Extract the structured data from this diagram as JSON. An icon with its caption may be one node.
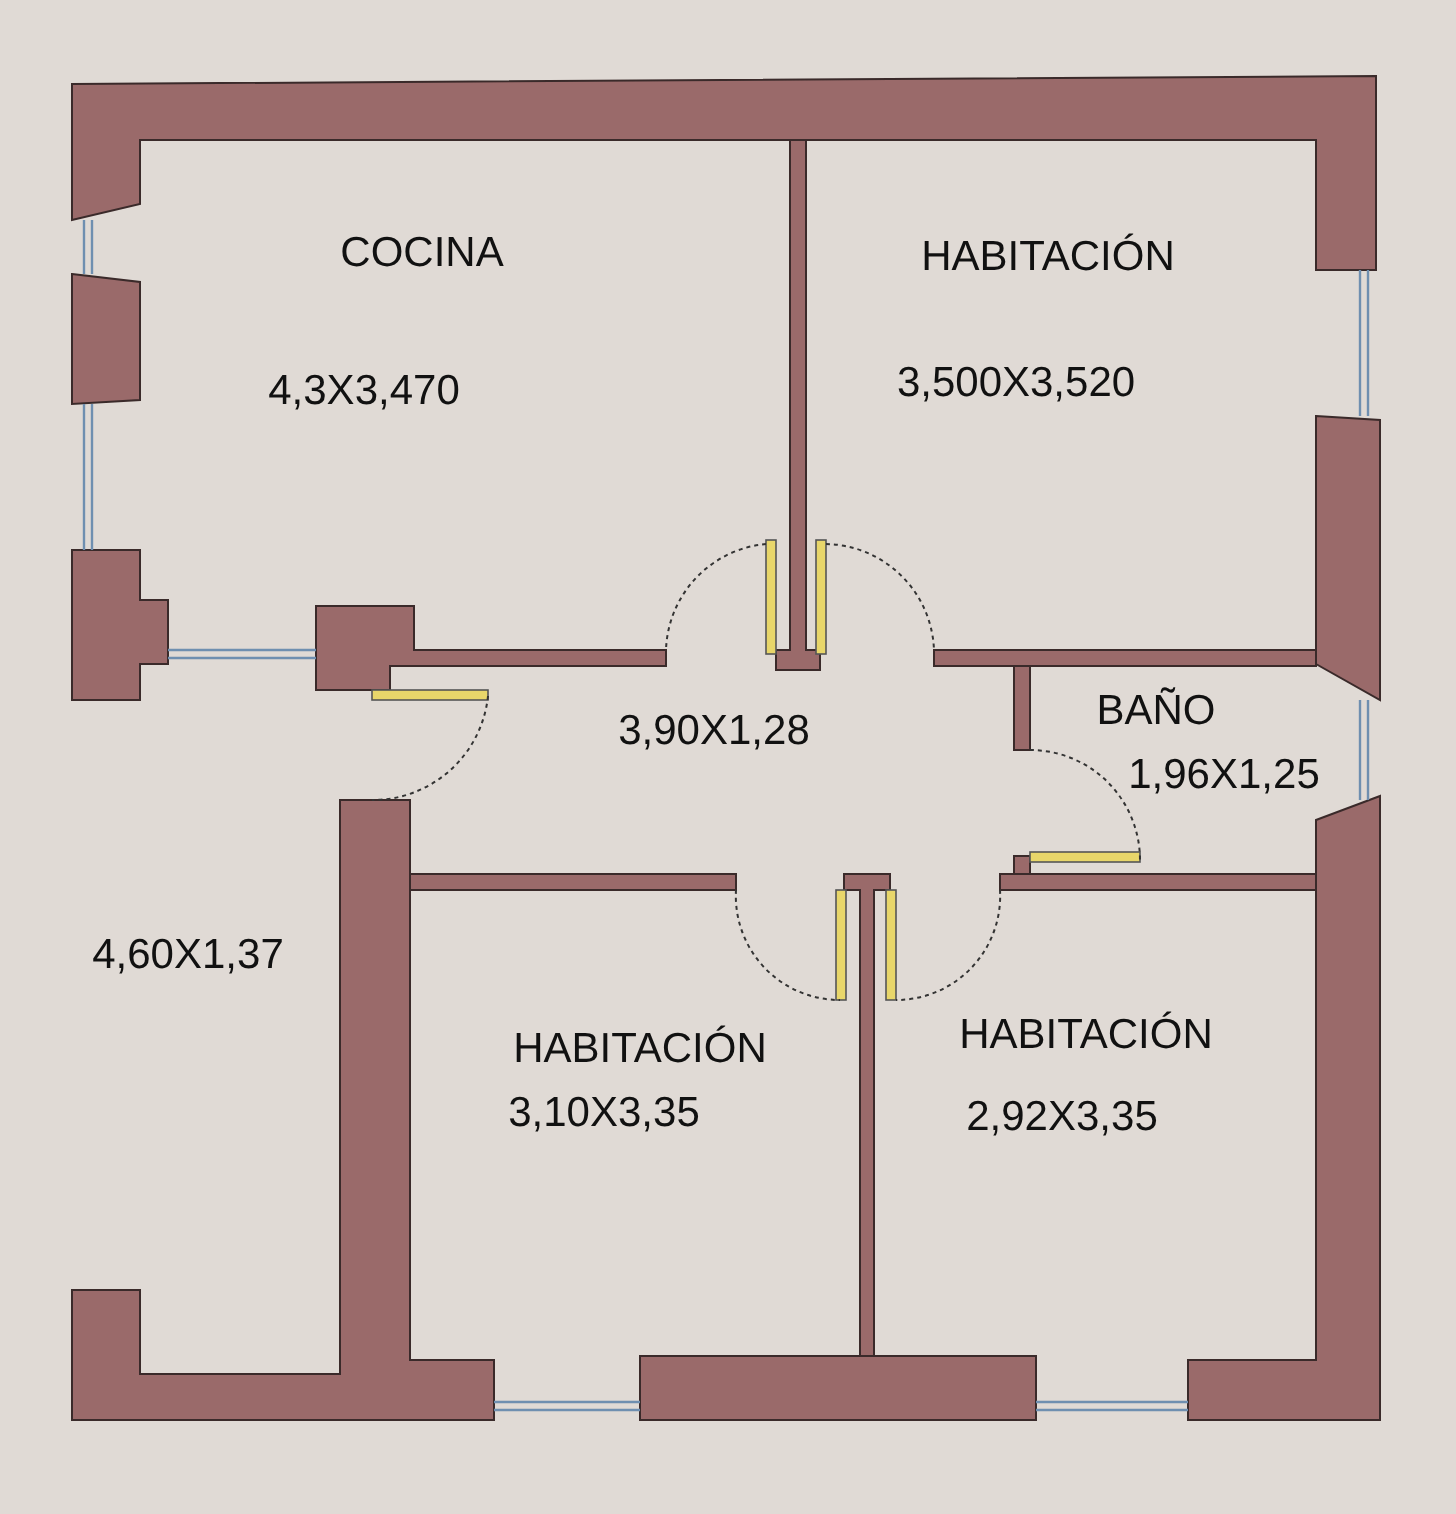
{
  "diagram": {
    "labels": [
      "COCINA",
      "HABITACIÓN",
      "3,500X3,520",
      "4,3X3,470",
      "BAÑO",
      "3,90X1,28",
      "1,96X1,25",
      "4,60X1,37",
      "HABITACIÓN",
      "HABITACIÓN",
      "3,10X3,35",
      "2,92X3,35"
    ]
  }
}
